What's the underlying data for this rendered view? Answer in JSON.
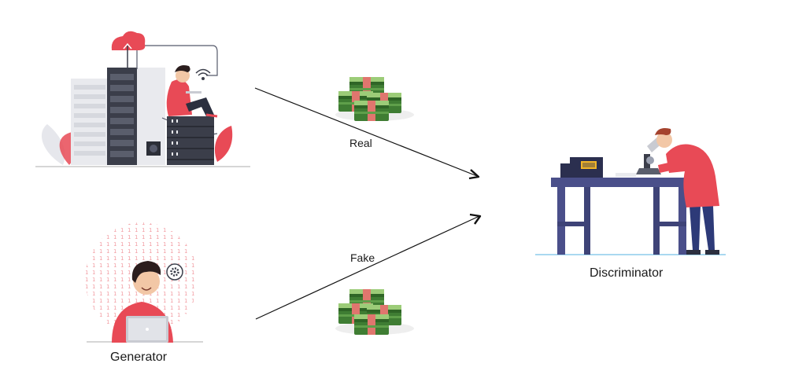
{
  "labels": {
    "generator": "Generator",
    "discriminator": "Discriminator",
    "real": "Real",
    "fake": "Fake"
  },
  "icons": {
    "cloud": "cloud-upload-icon",
    "wifi": "wifi-icon",
    "gear": "gear-icon",
    "money": "money-stack-icon"
  },
  "colors": {
    "accent_red": "#e84a56",
    "server_dark": "#3b3e4a",
    "server_light": "#e9eaee",
    "table": "#4a4f8a",
    "money_green": "#4f8f3e",
    "money_light": "#9ccc78",
    "skin": "#f2c7a6",
    "hair": "#2b1e1e"
  }
}
